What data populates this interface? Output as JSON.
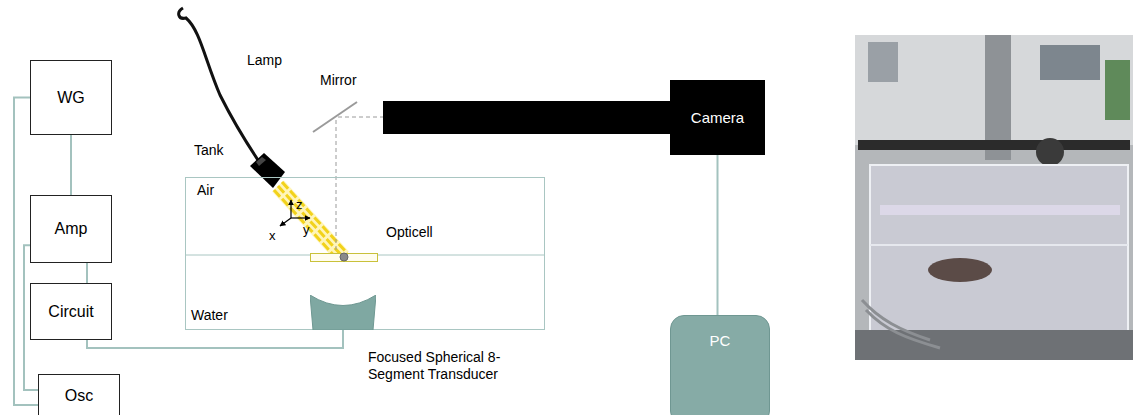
{
  "diagram": {
    "nodes": [
      {
        "text": [
          "WG"
        ]
      },
      {
        "text": [
          "Amp"
        ]
      },
      {
        "text": [
          "Circuit"
        ]
      },
      {
        "text": [
          "Osc"
        ]
      },
      {
        "text": [
          "Tank",
          "Air",
          "Water"
        ]
      },
      {
        "text": [
          "Opticell"
        ],
        "in": 4
      },
      {
        "text": [
          "Focused Spherical 8- Segment Transducer"
        ],
        "in": 4
      },
      {
        "text": [
          "Camera"
        ]
      },
      {
        "text": [
          "PC"
        ]
      }
    ],
    "edges": [
      {
        "from": 0,
        "to": 1,
        "arrow": "none"
      },
      {
        "from": 1,
        "to": 2,
        "arrow": "none"
      },
      {
        "from": 2,
        "to": 6,
        "arrow": "none"
      },
      {
        "from": 3,
        "to": 0,
        "arrow": "none"
      },
      {
        "from": 3,
        "to": 1,
        "arrow": "none"
      },
      {
        "from": 7,
        "to": 8,
        "arrow": "none"
      }
    ],
    "labels": [
      "Lamp",
      "Mirror",
      "z",
      "x",
      "y"
    ]
  }
}
